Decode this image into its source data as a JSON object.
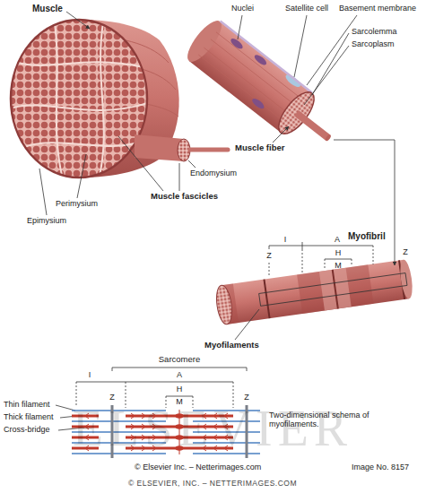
{
  "diagram": {
    "labels": [
      "Muscle",
      "Nuclei",
      "Satellite cell",
      "Basement membrane",
      "Sarcolemma",
      "Sarcoplasm",
      "Muscle fiber",
      "Muscle fascicles",
      "Endomysium",
      "Perimysium",
      "Epimysium",
      "Myofibril",
      "I",
      "A",
      "Z",
      "H",
      "M",
      "Z",
      "Myofilaments",
      "Sarcomere",
      "I",
      "A",
      "H",
      "M",
      "Z",
      "Z",
      "Thin filament",
      "Thick filament",
      "Cross-bridge",
      "Two-dimensional schema of myofilaments.",
      "ELSEVIER",
      "© Elsevier Inc. – Netterimages.com",
      "Image No. 8157",
      "© ELSEVIER, INC. – NETTERIMAGES.COM"
    ]
  }
}
